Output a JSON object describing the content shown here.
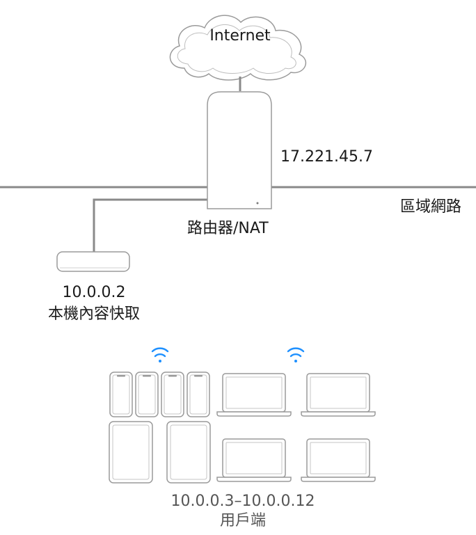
{
  "internet": {
    "label": "Internet"
  },
  "router": {
    "label": "路由器/NAT",
    "public_ip": "17.221.45.7"
  },
  "network": {
    "label": "區域網路"
  },
  "cache": {
    "ip": "10.0.0.2",
    "label": "本機內容快取"
  },
  "clients": {
    "ip_range": "10.0.0.3–10.0.0.12",
    "label": "用戶端"
  },
  "colors": {
    "wifi": "#1e90ff",
    "line": "#8a8a8a",
    "device_stroke": "#9a9a9a"
  }
}
